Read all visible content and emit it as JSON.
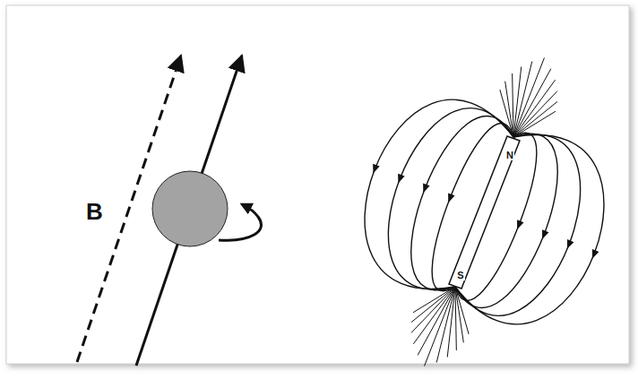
{
  "diagram": {
    "labels": [
      "B",
      "N",
      "S"
    ]
  }
}
